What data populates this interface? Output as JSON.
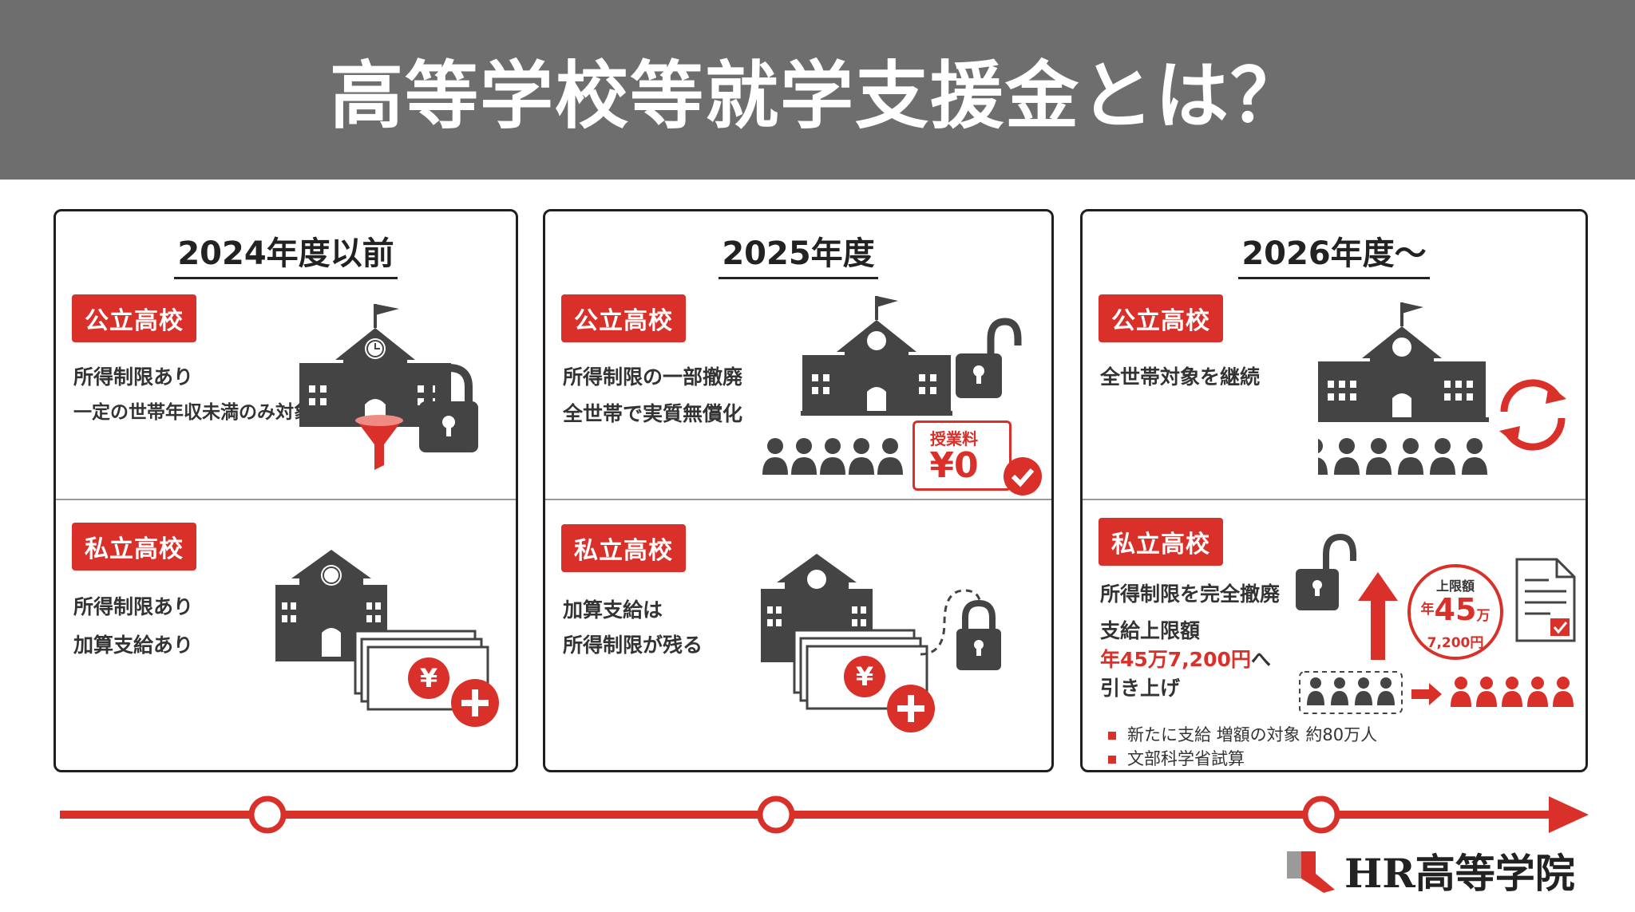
{
  "title": "高等学校等就学支援金とは？",
  "colors": {
    "header_bg": "#6e6e6e",
    "accent_red": "#d9302a",
    "icon_dark": "#444444"
  },
  "panels": [
    {
      "period": "2024年度以前",
      "public": {
        "badge": "公立高校",
        "lines": [
          "所得制限あり",
          "一定の世帯年収未満のみ対象"
        ]
      },
      "private": {
        "badge": "私立高校",
        "lines": [
          "所得制限あり",
          "加算支給あり"
        ]
      }
    },
    {
      "period": "2025年度",
      "public": {
        "badge": "公立高校",
        "lines": [
          "所得制限の一部撤廃",
          "全世帯で実質無償化"
        ],
        "tuition_label": "授業料",
        "tuition_value": "¥0"
      },
      "private": {
        "badge": "私立高校",
        "lines": [
          "加算支給は",
          "所得制限が残る"
        ]
      }
    },
    {
      "period": "2026年度～",
      "public": {
        "badge": "公立高校",
        "lines": [
          "全世帯対象を継続"
        ]
      },
      "private": {
        "badge": "私立高校",
        "line1": "所得制限を完全撤廃",
        "line2": "支給上限額",
        "line3_red": "年45万7,200円",
        "line3_rest": "へ",
        "line4": "引き上げ",
        "stamp_top": "上限額",
        "stamp_year": "年",
        "stamp_value": "45",
        "stamp_unit": "万",
        "stamp_bottom": "7,200円",
        "notes": [
          "新たに支給 増額の対象 約80万人",
          "文部科学省試算"
        ]
      }
    }
  ],
  "logo_text": "HR高等学院"
}
